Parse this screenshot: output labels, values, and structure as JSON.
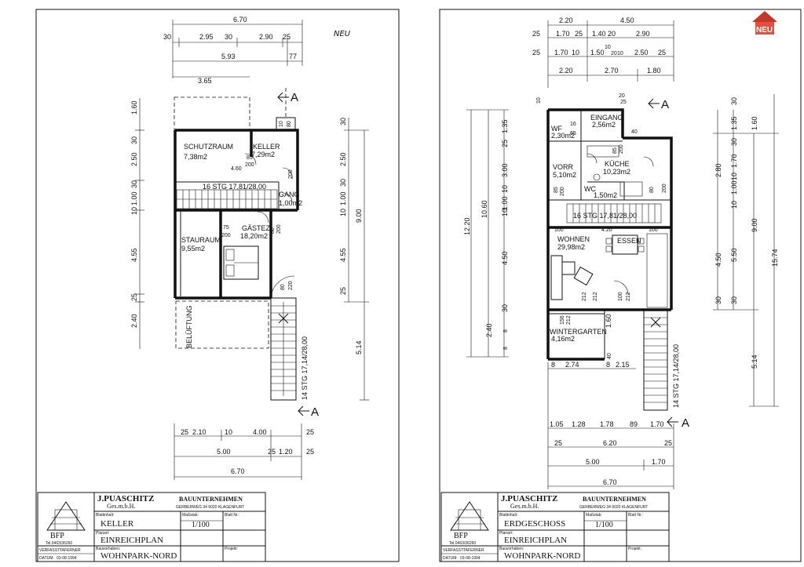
{
  "sheet_left": {
    "note": "NEU",
    "top_dims": [
      "6.70",
      "30",
      "2.95",
      "30",
      "2.90",
      "25",
      "5.93",
      "77",
      "3.65"
    ],
    "left_dims": [
      "1.60",
      "30",
      "2.50",
      "30",
      "1.00",
      "10",
      "4.55",
      "25",
      "2.40"
    ],
    "right_dims": [
      "30",
      "2.50",
      "30",
      "1.00",
      "10",
      "4.55",
      "25",
      "9.00",
      "5.14"
    ],
    "bottom_dims": [
      "25",
      "2.10",
      "10",
      "4.00",
      "25",
      "5.00",
      "25",
      "1.20",
      "25",
      "6.70"
    ],
    "section_marker": "A",
    "rooms": [
      {
        "name": "SCHUTZRAUM",
        "area": "7,38m2"
      },
      {
        "name": "KELLER",
        "area": "7,29m2"
      },
      {
        "name": "GANG",
        "area": "1,00m2"
      },
      {
        "name": "STAURAUM",
        "area": "9,55m2"
      },
      {
        "name": "GÄSTEZI.",
        "area": "18,20m2"
      },
      {
        "name": "BELÜFTUNG",
        "area": ""
      }
    ],
    "stairs": [
      "16 STG 17,81/28,00",
      "14 STG 17,14/28,00"
    ],
    "door_marks": [
      "85",
      "200",
      "4.60",
      "200",
      "75",
      "200",
      "80",
      "200",
      "80",
      "220",
      "10",
      "80"
    ],
    "title_block": {
      "company": "J.PUASCHITZ",
      "company_sub": "Ges.m.b.H.",
      "firm_type": "BAUUNTERNEHMEN",
      "address": "GERBERWEG 34   9020 KLAGENFURT",
      "logo": "BFP",
      "phone": "Tel.0463/36260",
      "label_blattinhalt": "Blattinhalt:",
      "blattinhalt": "KELLER",
      "label_massstab": "Maßstab:",
      "massstab": "1/100",
      "label_planart": "Planart:",
      "planart": "EINREICHPLAN",
      "label_blatt": "Blatt Nr.:",
      "label_verfasst": "VERFASST:",
      "verfasst": "TAFERNER",
      "label_bauvorhaben": "Bauvorhaben:",
      "bauvorhaben": "WOHNPARK-NORD",
      "label_projekt": "Projekt:",
      "label_datum": "DATUM:",
      "datum": "03-08-1994"
    }
  },
  "sheet_right": {
    "top_dims": [
      "2.20",
      "4.50",
      "25",
      "1.70",
      "25",
      "1.40",
      "20",
      "2.90",
      "25",
      "1.70",
      "10",
      "1.50",
      "10",
      "20",
      "10",
      "2.50",
      "25",
      "2.20",
      "2.70",
      "1.80"
    ],
    "left_dims": [
      "10",
      "1.35",
      "25",
      "3.00",
      "10",
      "1.00",
      "10",
      "4.50",
      "30",
      "2.40",
      "12.20",
      "10.60",
      "8",
      "8"
    ],
    "right_dims": [
      "30",
      "1.35",
      "30",
      "1.70",
      "10",
      "1.00",
      "10",
      "2.80",
      "30",
      "4.50",
      "5.50",
      "30",
      "1.60",
      "9.00",
      "15.74",
      "5.14"
    ],
    "bottom_dims": [
      "8",
      "2.74",
      "8",
      "2.15",
      "1.05",
      "1.28",
      "1.78",
      "89",
      "1.70",
      "25",
      "6.20",
      "25",
      "5.00",
      "1.70",
      "6.70"
    ],
    "section_marker": "A",
    "rooms": [
      {
        "name": "EINGANG",
        "area": "2,56m2"
      },
      {
        "name": "WF",
        "area": "2,30m2"
      },
      {
        "name": "KÜCHE",
        "area": "10,23m2"
      },
      {
        "name": "VORR",
        "area": "5,10m2"
      },
      {
        "name": "WC",
        "area": "1,50m2"
      },
      {
        "name": "WOHNEN",
        "area": "29,98m2"
      },
      {
        "name": "ESSEN",
        "area": ""
      },
      {
        "name": "WINTERGARTEN",
        "area": "4,16m2"
      }
    ],
    "stairs": [
      "16 STG 17,81/28,00",
      "14 STG 17,14/28,00"
    ],
    "door_marks": [
      "20",
      "25",
      "65",
      "16",
      "40",
      "100",
      "4.20",
      "100",
      "85",
      "200",
      "85",
      "200",
      "80",
      "200",
      "212",
      "212",
      "100",
      "212",
      "156",
      "212",
      "1.60",
      "40"
    ],
    "title_block": {
      "company": "J.PUASCHITZ",
      "company_sub": "Ges.m.b.H.",
      "firm_type": "BAUUNTERNEHMEN",
      "address": "GERBERWEG 34   9020 KLAGENFURT",
      "logo": "BFP",
      "phone": "Tel.0463/36260",
      "label_blattinhalt": "Blattinhalt:",
      "blattinhalt": "ERDGESCHOSS",
      "label_massstab": "Maßstab:",
      "massstab": "1/100",
      "label_planart": "Planart:",
      "planart": "EINREICHPLAN",
      "label_blatt": "Blatt Nr.:",
      "label_verfasst": "VERFASST:",
      "verfasst": "TAFERNER",
      "label_bauvorhaben": "Bauvorhaben:",
      "bauvorhaben": "WOHNPARK-NORD",
      "label_projekt": "Projekt:",
      "label_datum": "DATUM:",
      "datum": "03-08-1994"
    }
  },
  "watermark": {
    "logo_text": "NEU",
    "brand_color": "#c0392b"
  }
}
